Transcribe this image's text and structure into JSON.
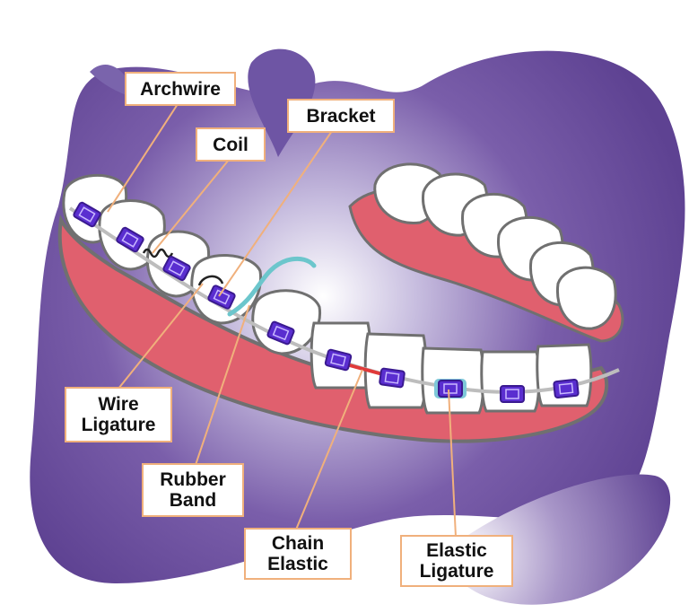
{
  "colors": {
    "blob_dark": "#6a4a9c",
    "blob_light": "#ffffff",
    "gum": "#e0606e",
    "teeth": "#ffffff",
    "outline": "#707070",
    "bracket": "#5a2ed0",
    "callout_border": "#f0b07c",
    "chain_elastic": "#e03a3a",
    "rubber_band": "#6cc6cc",
    "elastic_ligature": "#7ec8d8"
  },
  "labels": {
    "archwire": "Archwire",
    "bracket": "Bracket",
    "coil": "Coil",
    "wire_ligature": [
      "Wire",
      "Ligature"
    ],
    "rubber_band": [
      "Rubber",
      "Band"
    ],
    "chain_elastic": [
      "Chain",
      "Elastic"
    ],
    "elastic_ligature": [
      "Elastic",
      "Ligature"
    ]
  }
}
